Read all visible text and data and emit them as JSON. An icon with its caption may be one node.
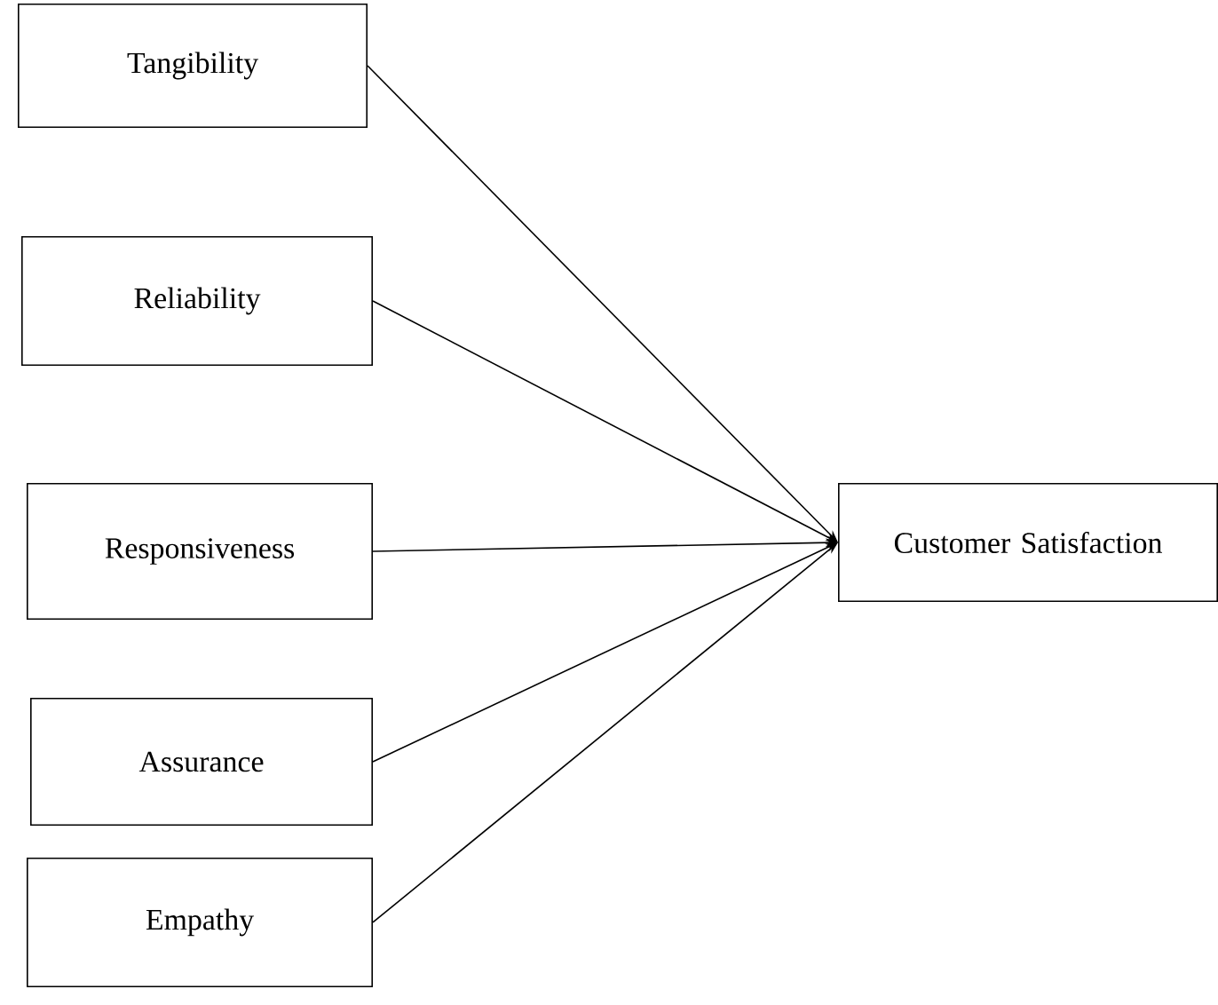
{
  "diagram": {
    "nodes": [
      {
        "text": [
          "Tangibility"
        ]
      },
      {
        "text": [
          "Reliability"
        ]
      },
      {
        "text": [
          "Responsiveness"
        ]
      },
      {
        "text": [
          "Assurance"
        ]
      },
      {
        "text": [
          "Empathy"
        ]
      },
      {
        "text": [
          "Customer Satisfaction"
        ]
      }
    ],
    "edges": [
      {
        "from": 0,
        "to": 5,
        "arrow": "to"
      },
      {
        "from": 1,
        "to": 5,
        "arrow": "to"
      },
      {
        "from": 2,
        "to": 5,
        "arrow": "to"
      },
      {
        "from": 3,
        "to": 5,
        "arrow": "to"
      },
      {
        "from": 4,
        "to": 5,
        "arrow": "to"
      }
    ]
  }
}
